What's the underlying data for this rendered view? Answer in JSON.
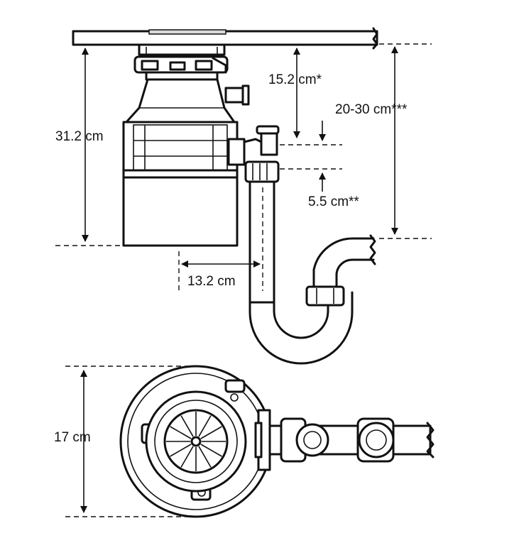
{
  "dimensions": {
    "height_total": "31.2 cm",
    "sink_to_inlet": "15.2 cm*",
    "outlet_gap": "5.5 cm**",
    "drain_range": "20-30 cm***",
    "outlet_offset": "13.2 cm",
    "diameter": "17 cm"
  },
  "colors": {
    "ink": "#111111",
    "background": "#ffffff",
    "shade": "#d9d9d9"
  }
}
